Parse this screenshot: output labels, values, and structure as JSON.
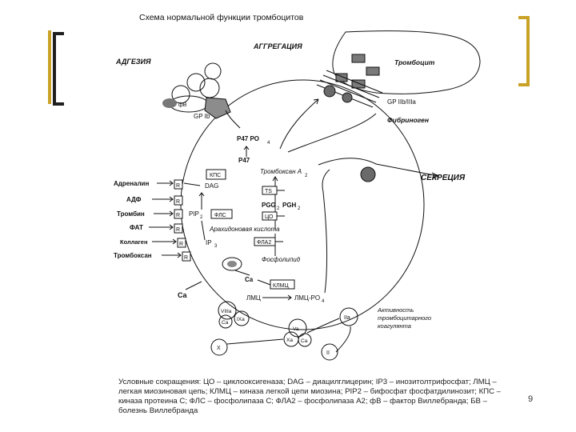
{
  "title": "Схема нормальной функции тромбоцитов",
  "labels": {
    "aggregation": "АГГРЕГАЦИЯ",
    "adhesion": "АДГЕЗИЯ",
    "platelet": "Тромбоцит",
    "gp_iib_iiia": "GP IIb/IIIa",
    "fibrinogen": "Фибриноген",
    "fvb": "фВ",
    "gp_ib": "GP Ib",
    "p47po4": "P47 PO",
    "p47po4_sub": "4",
    "p47": "P47",
    "secretion": "СЕКРЕЦИЯ",
    "kpc": "КПС",
    "dag": "DAG",
    "thromboxane": "Тромбоксан A",
    "thromboxane_sub": "2",
    "ts": "TS",
    "pgg2pgh2": "PGG",
    "pgg_sub": "2",
    "pgh_mid": "PGH",
    "pgh_sub": "2",
    "co": "ЦО",
    "arachidonic": "Арахидоновая кислота",
    "pip2": "PIP",
    "pip2_sub": "2",
    "fls": "ФЛС",
    "ip3": "IP",
    "ip3_sub": "3",
    "fla2": "ФЛА2",
    "phospholipid": "Фосфолипид",
    "ca_in": "Ca",
    "klmc": "КЛМЦ",
    "lmc": "ЛМЦ",
    "lmc_po4": "ЛМЦ-PO",
    "lmc_po4_sub": "4",
    "ca_out": "Ca",
    "activity": [
      "Активность",
      "тромбоцитарного",
      "коагулянта"
    ],
    "receptor": "R",
    "factors": {
      "viiia": "VIIIa",
      "ca1": "Ca",
      "ixa": "IXa",
      "va": "Va",
      "xa": "Xa",
      "ca2": "Ca",
      "x": "X",
      "ia": "IIa",
      "ii": "II"
    }
  },
  "agonists": [
    "Адреналин",
    "АДФ",
    "Тромбин",
    "ФАТ",
    "Коллаген",
    "Тромбоксан"
  ],
  "caption": "Условные сокращения: ЦО – циклооксигеназа; DAG – диацилглицерин; IP3 – инозитолтрифосфат; ЛМЦ – легкая миозиновая цепь; КЛМЦ – киназа легкой цепи миозина; PIP2 – бифосфат фосфатдилинозит; КПС – киназа протеина С; ФЛС – фосфолипаза С; ФЛА2 – фосфолипаза А2; фВ – фактор Виллебранда; БВ – болезнь Виллебранда",
  "page_number": "9",
  "colors": {
    "bracket": "#1f1f1f",
    "bracket_accent": "#c9a227",
    "line": "#111111",
    "shade": "#777777"
  }
}
